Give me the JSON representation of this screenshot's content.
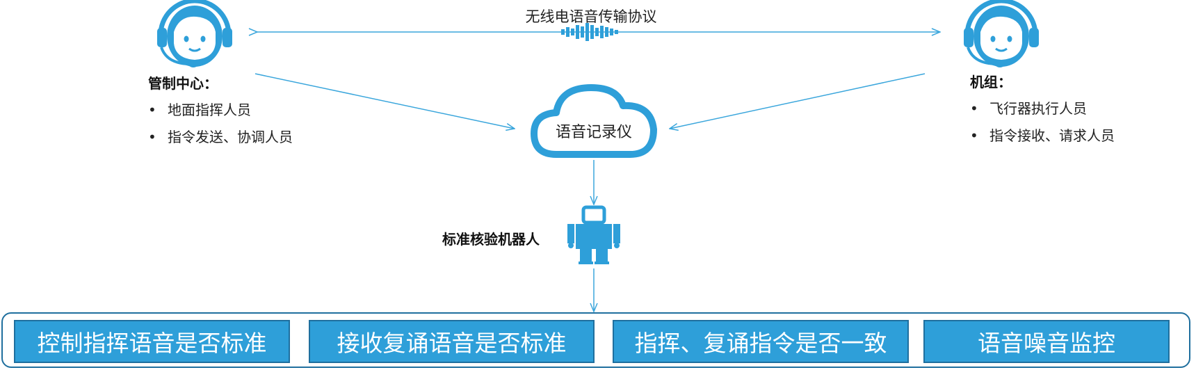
{
  "colors": {
    "primary": "#2e9fd9",
    "line": "#3aa6dc",
    "border": "#1f6f9e",
    "text": "#222222"
  },
  "protocol_label": "无线电语音传输协议",
  "left_party": {
    "icon": "headset-person-icon",
    "title": "管制中心：",
    "items": [
      "地面指挥人员",
      "指令发送、协调人员"
    ]
  },
  "right_party": {
    "icon": "headset-person-icon",
    "title": "机组：",
    "items": [
      "飞行器执行人员",
      "指令接收、请求人员"
    ]
  },
  "recorder": {
    "icon": "cloud-icon",
    "label": "语音记录仪"
  },
  "robot": {
    "icon": "robot-icon",
    "label": "标准核验机器人"
  },
  "checks": [
    "控制指挥语音是否标准",
    "接收复诵语音是否标准",
    "指挥、复诵指令是否一致",
    "语音噪音监控"
  ]
}
